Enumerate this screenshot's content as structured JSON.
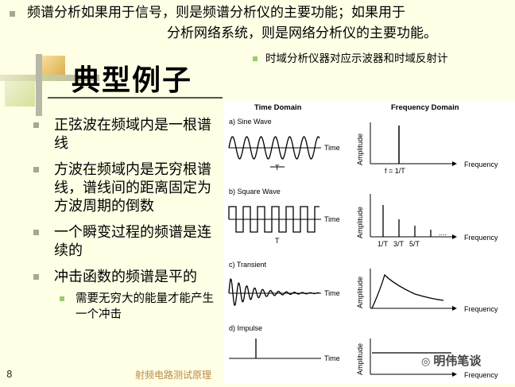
{
  "header": {
    "line1": "频谱分析如果用于信号，则是频谱分析仪的主要功能；如果用于",
    "line2": "分析网络系统，则是网络分析仪的主要功能。",
    "side_note": "时域分析仪器对应示波器和时域反射计"
  },
  "slide": {
    "title": "典型例子",
    "bullets": [
      "正弦波在频域内是一根谱线",
      "方波在频域内是无穷根谱线，谱线间的距离固定为方波周期的倒数",
      "一个瞬变过程的频谱是连续的",
      "冲击函数的频谱是平的"
    ],
    "sub_bullet": "需要无穷大的能量才能产生一个冲击",
    "page_number": "8",
    "footer": "射频电路测试原理",
    "watermark": "明伟笔谈"
  },
  "figure": {
    "time_domain_heading": "Time Domain",
    "freq_domain_heading": "Frequency Domain",
    "panels": [
      {
        "label": "a) Sine Wave",
        "period_label": "T",
        "freq_label": "f = 1/T"
      },
      {
        "label": "b) Square Wave",
        "period_label": "T",
        "freq_ticks": [
          "1/T",
          "3/T",
          "5/T"
        ],
        "ellipsis": "...."
      },
      {
        "label": "c) Transient"
      },
      {
        "label": "d) Impulse"
      }
    ],
    "time_axis": "Time",
    "freq_axis": "Frequency",
    "amp_axis": "Amplitude"
  }
}
